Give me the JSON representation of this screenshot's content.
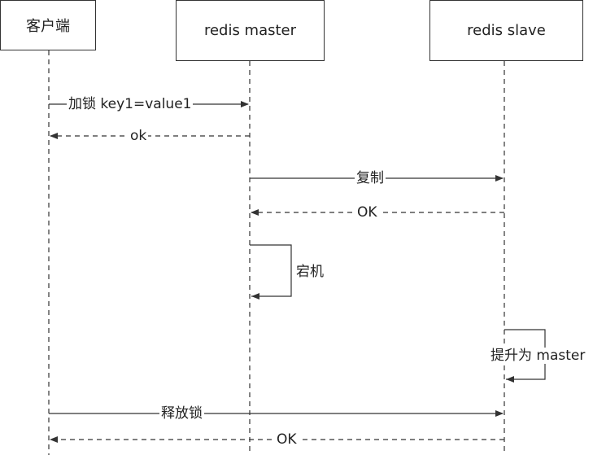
{
  "participants": [
    {
      "name": "客户端"
    },
    {
      "name": "redis master"
    },
    {
      "name": "redis slave"
    }
  ],
  "messages": [
    {
      "from": 0,
      "to": 1,
      "label": "加锁 key1=value1",
      "style": "solid"
    },
    {
      "from": 1,
      "to": 0,
      "label": "ok",
      "style": "dashed"
    },
    {
      "from": 1,
      "to": 2,
      "label": "复制",
      "style": "solid"
    },
    {
      "from": 2,
      "to": 1,
      "label": "OK",
      "style": "dashed"
    },
    {
      "from": 1,
      "to": 1,
      "label": "宕机",
      "style": "self"
    },
    {
      "from": 2,
      "to": 2,
      "label": "提升为 master",
      "style": "self"
    },
    {
      "from": 0,
      "to": 2,
      "label": "释放锁",
      "style": "solid"
    },
    {
      "from": 2,
      "to": 0,
      "label": "OK",
      "style": "dashed"
    }
  ],
  "colors": {
    "line": "#333333"
  }
}
